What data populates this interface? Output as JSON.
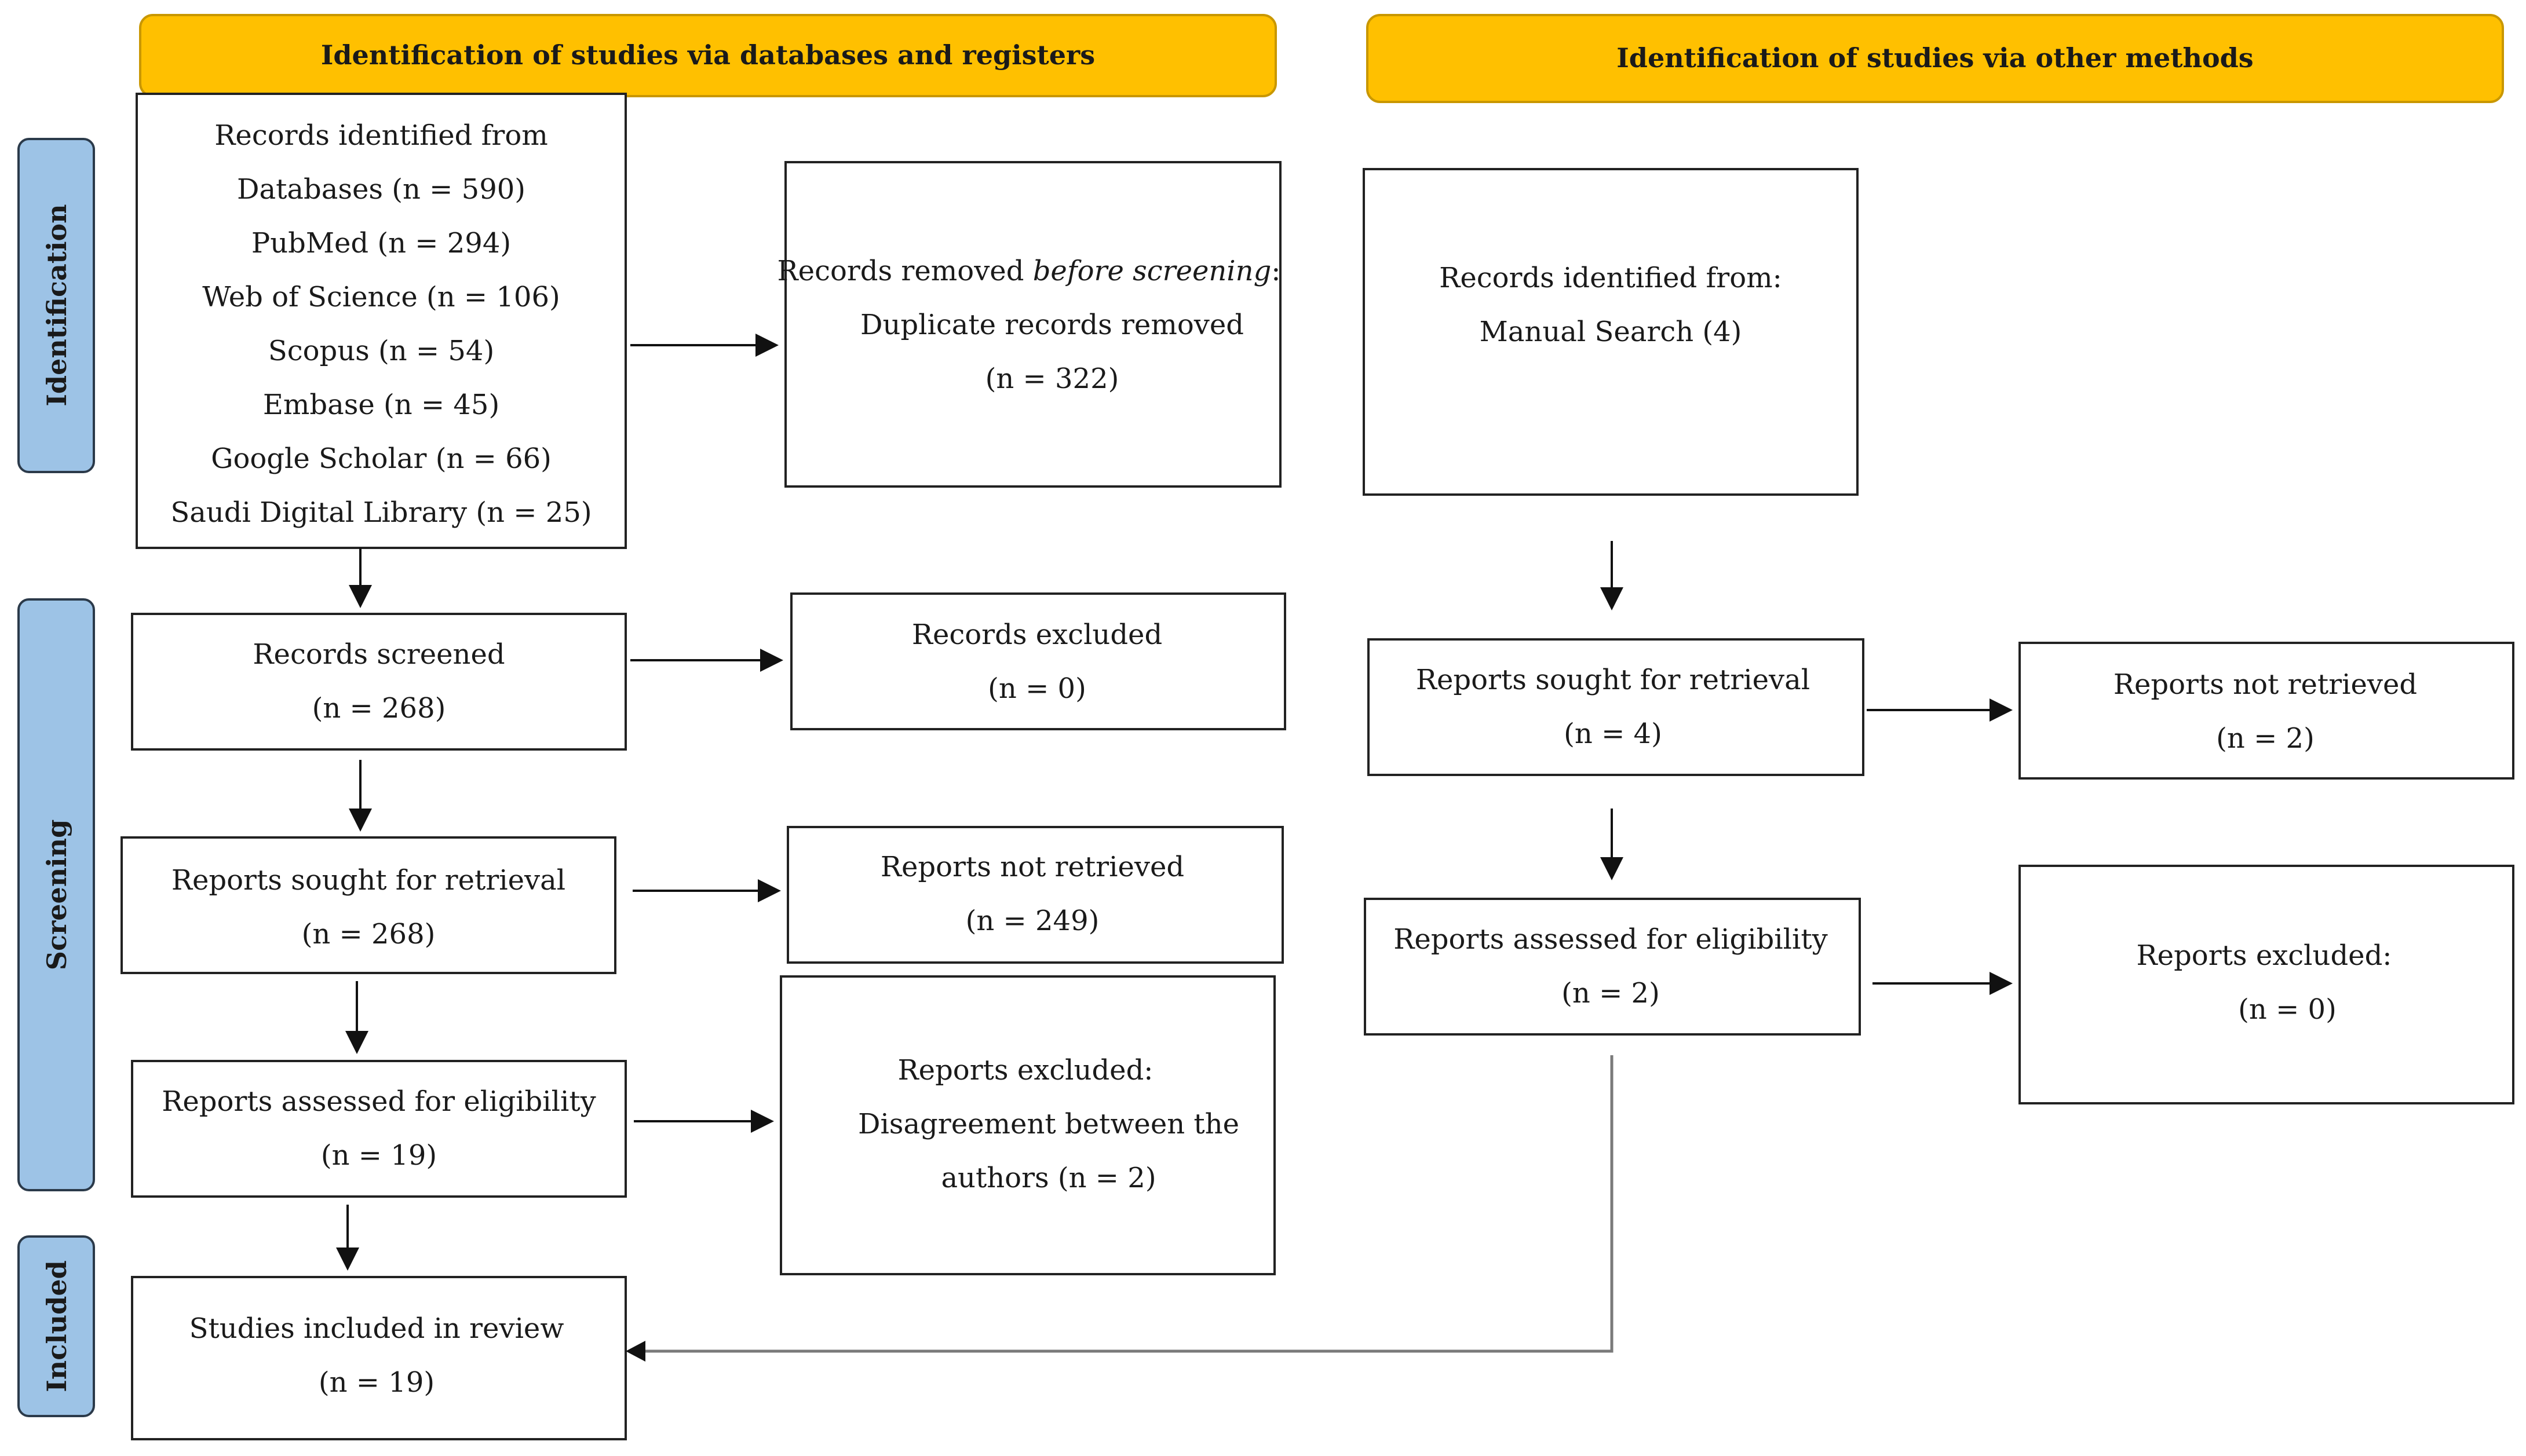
{
  "colors": {
    "header_fill": "#FFC000",
    "side_fill": "#9DC3E6",
    "box_stroke": "#222222",
    "arrow": "#111111"
  },
  "headers": {
    "left": "Identification of studies via databases and registers",
    "right": "Identification of studies via other methods"
  },
  "side_labels": {
    "identification": "Identification",
    "screening": "Screening",
    "included": "Included"
  },
  "left_column": {
    "records_identified": {
      "title": "Records identified from",
      "lines": [
        "Databases (n = 590)",
        "PubMed (n = 294)",
        "Web of Science (n = 106)",
        "Scopus (n = 54)",
        "Embase (n = 45)",
        "Google Scholar (n = 66)",
        "Saudi Digital Library (n = 25)"
      ]
    },
    "records_removed": {
      "prefix": "Records removed ",
      "italic": "before screening",
      "suffix": ":",
      "line2": "Duplicate records removed",
      "line3": "(n = 322)"
    },
    "records_screened": {
      "title": "Records screened",
      "count": "(n = 268)"
    },
    "records_excluded": {
      "title": "Records excluded",
      "count": "(n = 0)"
    },
    "reports_sought": {
      "title": "Reports sought for retrieval",
      "count": "(n = 268)"
    },
    "reports_not_retrieved": {
      "title": "Reports not retrieved",
      "count": "(n = 249)"
    },
    "reports_assessed": {
      "title": "Reports assessed for eligibility",
      "count": "(n = 19)"
    },
    "reports_excluded": {
      "title": "Reports excluded:",
      "line2": "Disagreement between the",
      "line3": "authors (n = 2)"
    },
    "studies_included": {
      "title": "Studies included in review",
      "count": "(n = 19)"
    }
  },
  "right_column": {
    "records_identified": {
      "title": "Records identified from:",
      "line2": "Manual Search (4)"
    },
    "reports_sought": {
      "title": "Reports sought for retrieval",
      "count": "(n = 4)"
    },
    "reports_not_retrieved": {
      "title": "Reports not retrieved",
      "count": "(n = 2)"
    },
    "reports_assessed": {
      "title": "Reports assessed for eligibility",
      "count": "(n = 2)"
    },
    "reports_excluded": {
      "title": "Reports excluded:",
      "count": "(n = 0)"
    }
  }
}
